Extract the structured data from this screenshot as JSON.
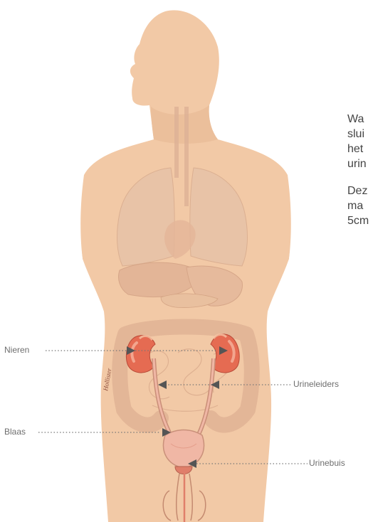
{
  "labels": {
    "kidneys": "Nieren",
    "ureters": "Urineleiders",
    "bladder": "Blaas",
    "urethra": "Urinebuis"
  },
  "watermark": "Hollister",
  "text_fragments": {
    "para1": [
      "Wa",
      "slui",
      "het",
      "urin"
    ],
    "para2": [
      "Dez",
      "ma",
      "5cm"
    ]
  },
  "colors": {
    "skin": "#f2c9a6",
    "skin_shade": "#e6b892",
    "organ_faint": "#e2b79a",
    "kidney": "#e56b52",
    "kidney_light": "#f3a58e",
    "bladder": "#f0b7a5",
    "arrow": "#555555",
    "leader": "#777777"
  }
}
